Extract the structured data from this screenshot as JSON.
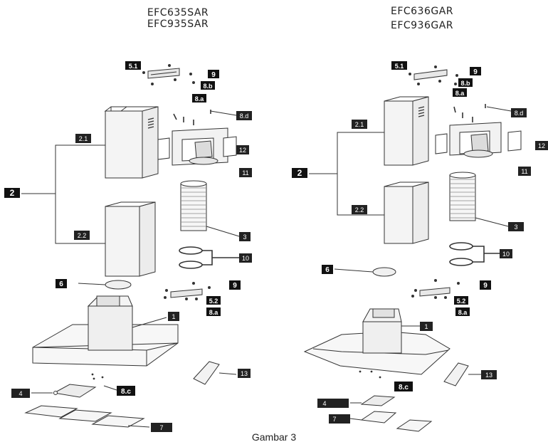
{
  "left_panel": {
    "model_lines": [
      "EFC635SAR",
      "EFC935SAR"
    ],
    "labels": {
      "p5_1": "5.1",
      "p9a": "9",
      "p8b": "8.b",
      "p8a_top": "8.a",
      "p8d": "8.d",
      "p2_1": "2.1",
      "p2": "2",
      "p2_2": "2.2",
      "p12": "12",
      "p11": "11",
      "p3": "3",
      "p10": "10",
      "p6": "6",
      "p9b": "9",
      "p5_2": "5.2",
      "p8a_bot": "8.a",
      "p1": "1",
      "p13": "13",
      "p4": "4",
      "p8c": "8.c",
      "p7": "7"
    }
  },
  "right_panel": {
    "model_lines": [
      "EFC636GAR",
      "EFC936GAR"
    ],
    "labels": {
      "p5_1": "5.1",
      "p9a": "9",
      "p8b": "8.b",
      "p8a_top": "8.a",
      "p8d": "8.d",
      "p2_1": "2.1",
      "p2": "2",
      "p2_2": "2.2",
      "p12": "12",
      "p11": "11",
      "p3": "3",
      "p10": "10",
      "p6": "6",
      "p9b": "9",
      "p5_2": "5.2",
      "p8a_bot": "8.a",
      "p1": "1",
      "p13": "13",
      "p4": "4",
      "p8c": "8.c",
      "p7": "7"
    }
  },
  "caption": "Gambar 3"
}
